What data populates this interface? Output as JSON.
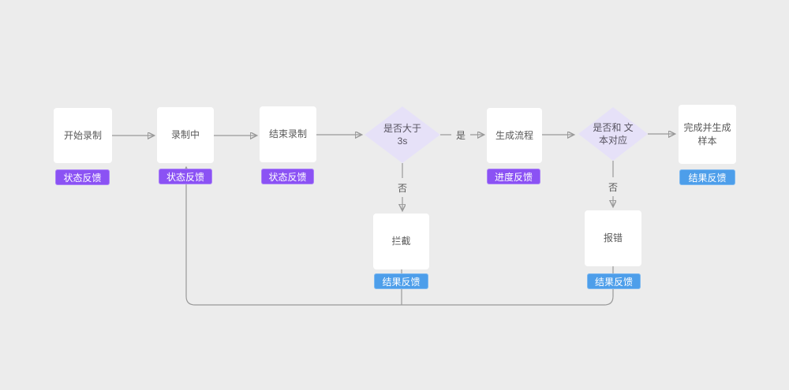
{
  "colors": {
    "background": "#ececec",
    "node_fill": "#ffffff",
    "node_text": "#595959",
    "badge_purple": "#8b52f4",
    "badge_blue": "#4d9eea",
    "badge_text": "#ffffff",
    "diamond_fill": "#e6e1f8",
    "diamond_text": "#56525f",
    "connector": "#999999"
  },
  "flow": {
    "nodes": {
      "start_record": {
        "label": "开始录制",
        "badge": "状态反馈",
        "badge_type": "purple",
        "shape": "box"
      },
      "recording": {
        "label": "录制中",
        "badge": "状态反馈",
        "badge_type": "purple",
        "shape": "box"
      },
      "end_record": {
        "label": "结束录制",
        "badge": "状态反馈",
        "badge_type": "purple",
        "shape": "box"
      },
      "decision_duration": {
        "label": "是否大于 3s",
        "shape": "diamond"
      },
      "generate_flow": {
        "label": "生成流程",
        "badge": "进度反馈",
        "badge_type": "purple",
        "shape": "box"
      },
      "decision_text_match": {
        "label": "是否和 文本对应",
        "shape": "diamond"
      },
      "complete_sample": {
        "label": "完成并生成样本",
        "badge": "结果反馈",
        "badge_type": "blue",
        "shape": "box"
      },
      "intercept": {
        "label": "拦截",
        "badge": "结果反馈",
        "badge_type": "blue",
        "shape": "box"
      },
      "report_error": {
        "label": "报错",
        "badge": "结果反馈",
        "badge_type": "blue",
        "shape": "box"
      }
    },
    "edge_labels": {
      "yes": "是",
      "no_duration": "否",
      "no_text_match": "否"
    }
  }
}
